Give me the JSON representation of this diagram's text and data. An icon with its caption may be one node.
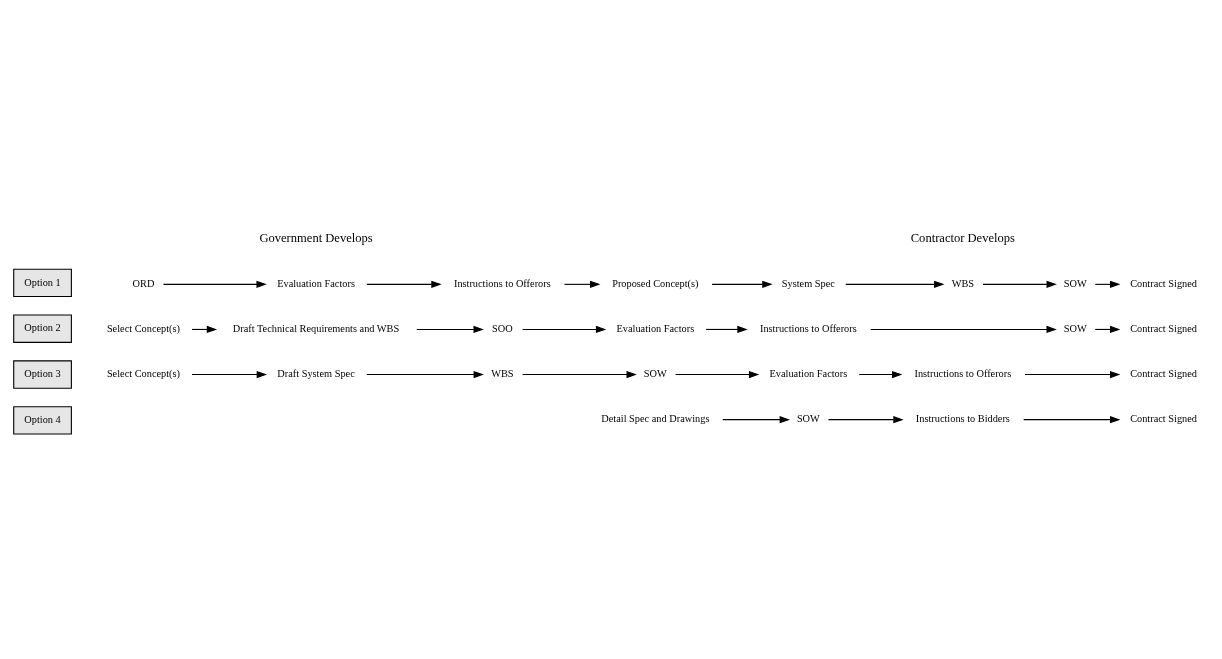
{
  "diagram": {
    "nodes": [
      {
        "text": [
          "Option 1"
        ]
      },
      {
        "text": [
          "ORD"
        ]
      },
      {
        "text": [
          "Evaluation Factors"
        ]
      },
      {
        "text": [
          "Instructions to Offerors"
        ]
      },
      {
        "text": [
          "Proposed Concept(s)"
        ]
      },
      {
        "text": [
          "System Spec"
        ]
      },
      {
        "text": [
          "WBS"
        ]
      },
      {
        "text": [
          "SOW"
        ]
      },
      {
        "text": [
          "Contract Signed"
        ]
      },
      {
        "text": [
          "Option 2"
        ]
      },
      {
        "text": [
          "Select Concept(s)"
        ]
      },
      {
        "text": [
          "Draft Technical Requirements and WBS"
        ]
      },
      {
        "text": [
          "SOO"
        ]
      },
      {
        "text": [
          "Evaluation Factors"
        ]
      },
      {
        "text": [
          "Instructions to Offerors"
        ]
      },
      {
        "text": [
          "SOW"
        ]
      },
      {
        "text": [
          "Contract Signed"
        ]
      },
      {
        "text": [
          "Option 3"
        ]
      },
      {
        "text": [
          "Select Concept(s)"
        ]
      },
      {
        "text": [
          "Draft System Spec"
        ]
      },
      {
        "text": [
          "WBS"
        ]
      },
      {
        "text": [
          "SOW"
        ]
      },
      {
        "text": [
          "Evaluation Factors"
        ]
      },
      {
        "text": [
          "Instructions to Offerors"
        ]
      },
      {
        "text": [
          "Contract Signed"
        ]
      },
      {
        "text": [
          "Option 4"
        ]
      },
      {
        "text": [
          "Detail Spec and Drawings"
        ]
      },
      {
        "text": [
          "SOW"
        ]
      },
      {
        "text": [
          "Instructions to Bidders"
        ]
      },
      {
        "text": [
          "Contract Signed"
        ]
      }
    ],
    "edges": [
      {
        "from": 1,
        "to": 2,
        "arrow": "to"
      },
      {
        "from": 2,
        "to": 3,
        "arrow": "to"
      },
      {
        "from": 3,
        "to": 4,
        "arrow": "to"
      },
      {
        "from": 4,
        "to": 5,
        "arrow": "to"
      },
      {
        "from": 5,
        "to": 6,
        "arrow": "to"
      },
      {
        "from": 6,
        "to": 7,
        "arrow": "to"
      },
      {
        "from": 7,
        "to": 8,
        "arrow": "to"
      },
      {
        "from": 10,
        "to": 11,
        "arrow": "to"
      },
      {
        "from": 11,
        "to": 12,
        "arrow": "to"
      },
      {
        "from": 12,
        "to": 13,
        "arrow": "to"
      },
      {
        "from": 13,
        "to": 14,
        "arrow": "to"
      },
      {
        "from": 14,
        "to": 15,
        "arrow": "to"
      },
      {
        "from": 15,
        "to": 16,
        "arrow": "to"
      },
      {
        "from": 18,
        "to": 19,
        "arrow": "to"
      },
      {
        "from": 19,
        "to": 20,
        "arrow": "to"
      },
      {
        "from": 20,
        "to": 21,
        "arrow": "to"
      },
      {
        "from": 21,
        "to": 22,
        "arrow": "to"
      },
      {
        "from": 22,
        "to": 23,
        "arrow": "to"
      },
      {
        "from": 23,
        "to": 24,
        "arrow": "to"
      },
      {
        "from": 26,
        "to": 27,
        "arrow": "to"
      },
      {
        "from": 27,
        "to": 28,
        "arrow": "to"
      },
      {
        "from": 28,
        "to": 29,
        "arrow": "to"
      }
    ],
    "labels": [
      "Government Develops",
      "Contractor Develops"
    ]
  }
}
